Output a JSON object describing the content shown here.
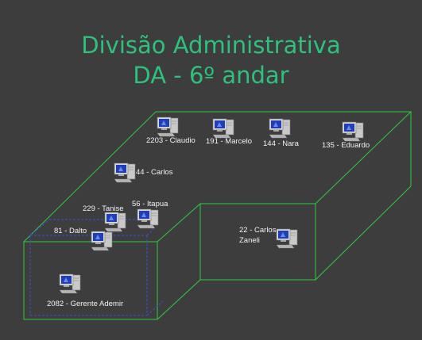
{
  "title": {
    "line1": "Divisão Administrativa",
    "line2": "DA - 6º andar"
  },
  "colors": {
    "background": "#3d3d3d",
    "title": "#2fc07e",
    "outline_green": "#2ecc40",
    "outline_blue": "#3a4fd8",
    "label": "#f2f2f2",
    "monitor_screen": "#1e3fb8"
  },
  "workstations": [
    {
      "id": "ws-2203",
      "label": "2203 - Claudio"
    },
    {
      "id": "ws-191",
      "label": "191 - Marcelo"
    },
    {
      "id": "ws-144",
      "label": "144 - Nara"
    },
    {
      "id": "ws-135",
      "label": "135 - Eduardo"
    },
    {
      "id": "ws-44",
      "label": "44 - Carlos"
    },
    {
      "id": "ws-229",
      "label": "229 - Tanise"
    },
    {
      "id": "ws-56",
      "label": "56 - Itapua"
    },
    {
      "id": "ws-81",
      "label": "81 - Dalto"
    },
    {
      "id": "ws-22",
      "label": "22 - Carlos",
      "label2": "Zaneli"
    },
    {
      "id": "ws-2082",
      "label": "2082 - Gerente Ademir"
    }
  ],
  "icon": "computer-workstation-icon"
}
